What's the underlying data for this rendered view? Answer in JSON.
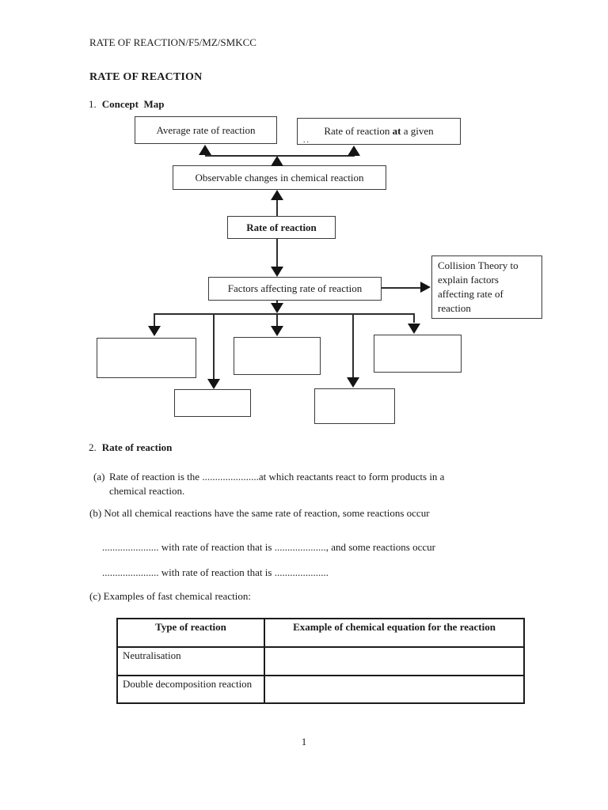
{
  "page": {
    "header": "RATE OF REACTION/F5/MZ/SMKCC",
    "title": "RATE OF REACTION",
    "page_number": "1"
  },
  "concept_map": {
    "section_number": "1.",
    "section_title": "Concept  Map",
    "boxes": {
      "average": "Average rate of reaction",
      "given_prefix": "Rate of reaction ",
      "given_bold": "at",
      "given_suffix": " a given",
      "given_clipped": "..",
      "observable": "Observable changes in chemical reaction",
      "rate": "Rate of reaction",
      "factors": "Factors affecting rate of reaction",
      "collision": "Collision Theory to explain factors affecting rate of reaction"
    }
  },
  "section2": {
    "number": "2.",
    "title": "Rate of reaction",
    "a_label": "(a)",
    "a_line1": "Rate of reaction is the ......................at which reactants react to form products in a",
    "a_line2": "chemical reaction.",
    "b_line1": "(b) Not all chemical reactions have the same rate of reaction, some reactions occur",
    "b_line2": "...................... with rate of reaction that is ...................., and some reactions occur",
    "b_line3": "...................... with rate of reaction that is .....................",
    "c_line": "(c) Examples of fast chemical reaction:"
  },
  "table": {
    "headers": [
      "Type of reaction",
      "Example of chemical equation for the reaction"
    ],
    "rows": [
      {
        "type": "Neutralisation",
        "example": ""
      },
      {
        "type": "Double decomposition reaction",
        "example": ""
      }
    ]
  }
}
